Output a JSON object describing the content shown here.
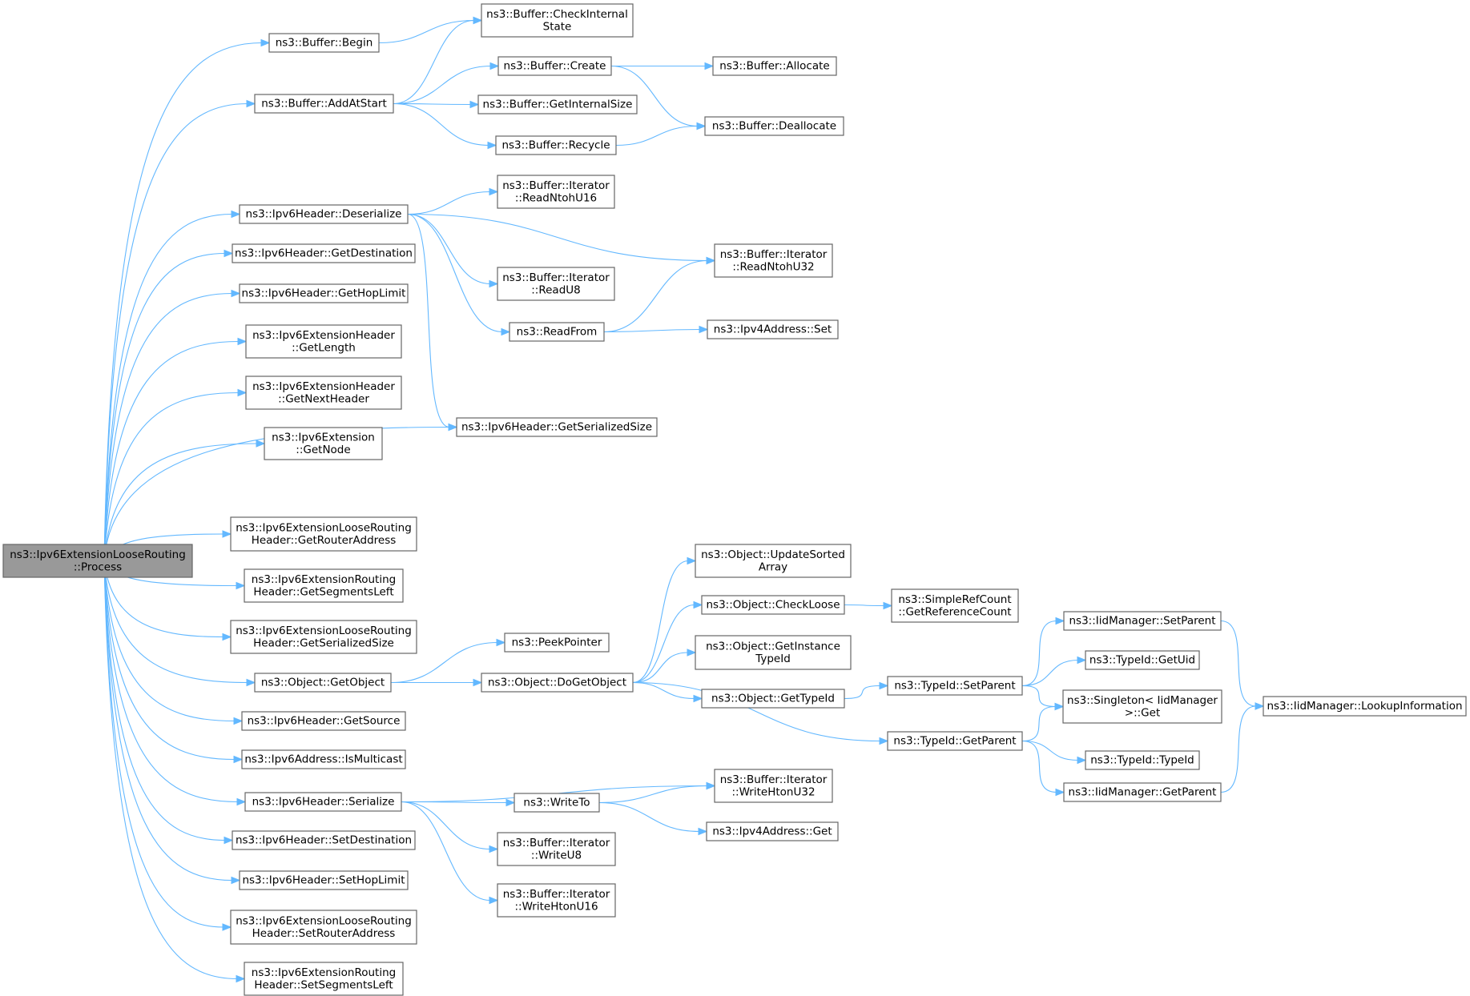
{
  "graph": {
    "nodes": [
      {
        "id": "process",
        "lines": [
          "ns3::Ipv6ExtensionLooseRouting",
          "::Process"
        ],
        "root": true
      },
      {
        "id": "buf_begin",
        "lines": [
          "ns3::Buffer::Begin"
        ]
      },
      {
        "id": "buf_check",
        "lines": [
          "ns3::Buffer::CheckInternal",
          "State"
        ]
      },
      {
        "id": "buf_addatstart",
        "lines": [
          "ns3::Buffer::AddAtStart"
        ]
      },
      {
        "id": "buf_create",
        "lines": [
          "ns3::Buffer::Create"
        ]
      },
      {
        "id": "buf_allocate",
        "lines": [
          "ns3::Buffer::Allocate"
        ]
      },
      {
        "id": "buf_getinternalsize",
        "lines": [
          "ns3::Buffer::GetInternalSize"
        ]
      },
      {
        "id": "buf_deallocate",
        "lines": [
          "ns3::Buffer::Deallocate"
        ]
      },
      {
        "id": "buf_recycle",
        "lines": [
          "ns3::Buffer::Recycle"
        ]
      },
      {
        "id": "ipv6h_deserialize",
        "lines": [
          "ns3::Ipv6Header::Deserialize"
        ]
      },
      {
        "id": "it_readntohu16",
        "lines": [
          "ns3::Buffer::Iterator",
          "::ReadNtohU16"
        ]
      },
      {
        "id": "it_readntohu32",
        "lines": [
          "ns3::Buffer::Iterator",
          "::ReadNtohU32"
        ]
      },
      {
        "id": "it_readu8",
        "lines": [
          "ns3::Buffer::Iterator",
          "::ReadU8"
        ]
      },
      {
        "id": "readfrom",
        "lines": [
          "ns3::ReadFrom"
        ]
      },
      {
        "id": "ipv4_set",
        "lines": [
          "ns3::Ipv4Address::Set"
        ]
      },
      {
        "id": "ipv6h_getserializedsize",
        "lines": [
          "ns3::Ipv6Header::GetSerializedSize"
        ]
      },
      {
        "id": "ipv6h_getdestination",
        "lines": [
          "ns3::Ipv6Header::GetDestination"
        ]
      },
      {
        "id": "ipv6h_gethoplimit",
        "lines": [
          "ns3::Ipv6Header::GetHopLimit"
        ]
      },
      {
        "id": "exth_getlength",
        "lines": [
          "ns3::Ipv6ExtensionHeader",
          "::GetLength"
        ]
      },
      {
        "id": "exth_getnextheader",
        "lines": [
          "ns3::Ipv6ExtensionHeader",
          "::GetNextHeader"
        ]
      },
      {
        "id": "ext_getnode",
        "lines": [
          "ns3::Ipv6Extension",
          "::GetNode"
        ]
      },
      {
        "id": "lrh_getrouteraddress",
        "lines": [
          "ns3::Ipv6ExtensionLooseRouting",
          "Header::GetRouterAddress"
        ]
      },
      {
        "id": "rh_getsegmentsleft",
        "lines": [
          "ns3::Ipv6ExtensionRouting",
          "Header::GetSegmentsLeft"
        ]
      },
      {
        "id": "lrh_getserializedsize",
        "lines": [
          "ns3::Ipv6ExtensionLooseRouting",
          "Header::GetSerializedSize"
        ]
      },
      {
        "id": "obj_getobject",
        "lines": [
          "ns3::Object::GetObject"
        ]
      },
      {
        "id": "peekpointer",
        "lines": [
          "ns3::PeekPointer"
        ]
      },
      {
        "id": "obj_dogetobject",
        "lines": [
          "ns3::Object::DoGetObject"
        ]
      },
      {
        "id": "obj_updatesortedarray",
        "lines": [
          "ns3::Object::UpdateSorted",
          "Array"
        ]
      },
      {
        "id": "obj_checkloose",
        "lines": [
          "ns3::Object::CheckLoose"
        ]
      },
      {
        "id": "src_getreferencecount",
        "lines": [
          "ns3::SimpleRefCount",
          "::GetReferenceCount"
        ]
      },
      {
        "id": "obj_getinstancetypeid",
        "lines": [
          "ns3::Object::GetInstance",
          "TypeId"
        ]
      },
      {
        "id": "obj_gettypeid",
        "lines": [
          "ns3::Object::GetTypeId"
        ]
      },
      {
        "id": "typeid_setparent",
        "lines": [
          "ns3::TypeId::SetParent"
        ]
      },
      {
        "id": "iid_setparent",
        "lines": [
          "ns3::IidManager::SetParent"
        ]
      },
      {
        "id": "typeid_getuid",
        "lines": [
          "ns3::TypeId::GetUid"
        ]
      },
      {
        "id": "singleton_get",
        "lines": [
          "ns3::Singleton< IidManager",
          ">::Get"
        ]
      },
      {
        "id": "iid_lookupinformation",
        "lines": [
          "ns3::IidManager::LookupInformation"
        ]
      },
      {
        "id": "typeid_getparent",
        "lines": [
          "ns3::TypeId::GetParent"
        ]
      },
      {
        "id": "typeid_typeid",
        "lines": [
          "ns3::TypeId::TypeId"
        ]
      },
      {
        "id": "iid_getparent",
        "lines": [
          "ns3::IidManager::GetParent"
        ]
      },
      {
        "id": "ipv6h_getsource",
        "lines": [
          "ns3::Ipv6Header::GetSource"
        ]
      },
      {
        "id": "ipv6a_ismulticast",
        "lines": [
          "ns3::Ipv6Address::IsMulticast"
        ]
      },
      {
        "id": "ipv6h_serialize",
        "lines": [
          "ns3::Ipv6Header::Serialize"
        ]
      },
      {
        "id": "writeto",
        "lines": [
          "ns3::WriteTo"
        ]
      },
      {
        "id": "it_writehtonu32",
        "lines": [
          "ns3::Buffer::Iterator",
          "::WriteHtonU32"
        ]
      },
      {
        "id": "ipv4_get",
        "lines": [
          "ns3::Ipv4Address::Get"
        ]
      },
      {
        "id": "it_writeu8",
        "lines": [
          "ns3::Buffer::Iterator",
          "::WriteU8"
        ]
      },
      {
        "id": "it_writehtonu16",
        "lines": [
          "ns3::Buffer::Iterator",
          "::WriteHtonU16"
        ]
      },
      {
        "id": "ipv6h_setdestination",
        "lines": [
          "ns3::Ipv6Header::SetDestination"
        ]
      },
      {
        "id": "ipv6h_sethoplimit",
        "lines": [
          "ns3::Ipv6Header::SetHopLimit"
        ]
      },
      {
        "id": "lrh_setrouteraddress",
        "lines": [
          "ns3::Ipv6ExtensionLooseRouting",
          "Header::SetRouterAddress"
        ]
      },
      {
        "id": "rh_setsegmentsleft",
        "lines": [
          "ns3::Ipv6ExtensionRouting",
          "Header::SetSegmentsLeft"
        ]
      }
    ],
    "edges": [
      [
        "process",
        "buf_begin"
      ],
      [
        "process",
        "buf_addatstart"
      ],
      [
        "process",
        "ipv6h_deserialize"
      ],
      [
        "process",
        "ipv6h_getdestination"
      ],
      [
        "process",
        "ipv6h_gethoplimit"
      ],
      [
        "process",
        "exth_getlength"
      ],
      [
        "process",
        "exth_getnextheader"
      ],
      [
        "process",
        "ext_getnode"
      ],
      [
        "process",
        "ipv6h_getserializedsize"
      ],
      [
        "process",
        "lrh_getrouteraddress"
      ],
      [
        "process",
        "rh_getsegmentsleft"
      ],
      [
        "process",
        "lrh_getserializedsize"
      ],
      [
        "process",
        "obj_getobject"
      ],
      [
        "process",
        "ipv6h_getsource"
      ],
      [
        "process",
        "ipv6a_ismulticast"
      ],
      [
        "process",
        "ipv6h_serialize"
      ],
      [
        "process",
        "ipv6h_setdestination"
      ],
      [
        "process",
        "ipv6h_sethoplimit"
      ],
      [
        "process",
        "lrh_setrouteraddress"
      ],
      [
        "process",
        "rh_setsegmentsleft"
      ],
      [
        "buf_begin",
        "buf_check"
      ],
      [
        "buf_addatstart",
        "buf_check"
      ],
      [
        "buf_addatstart",
        "buf_create"
      ],
      [
        "buf_addatstart",
        "buf_getinternalsize"
      ],
      [
        "buf_addatstart",
        "buf_recycle"
      ],
      [
        "buf_create",
        "buf_allocate"
      ],
      [
        "buf_create",
        "buf_deallocate"
      ],
      [
        "buf_recycle",
        "buf_deallocate"
      ],
      [
        "ipv6h_deserialize",
        "it_readntohu16"
      ],
      [
        "ipv6h_deserialize",
        "it_readntohu32"
      ],
      [
        "ipv6h_deserialize",
        "it_readu8"
      ],
      [
        "ipv6h_deserialize",
        "readfrom"
      ],
      [
        "ipv6h_deserialize",
        "ipv6h_getserializedsize"
      ],
      [
        "readfrom",
        "it_readntohu32"
      ],
      [
        "readfrom",
        "ipv4_set"
      ],
      [
        "obj_getobject",
        "peekpointer"
      ],
      [
        "obj_getobject",
        "obj_dogetobject"
      ],
      [
        "obj_dogetobject",
        "obj_updatesortedarray"
      ],
      [
        "obj_dogetobject",
        "obj_checkloose"
      ],
      [
        "obj_dogetobject",
        "obj_getinstancetypeid"
      ],
      [
        "obj_dogetobject",
        "obj_gettypeid"
      ],
      [
        "obj_dogetobject",
        "typeid_getparent"
      ],
      [
        "obj_checkloose",
        "src_getreferencecount"
      ],
      [
        "obj_gettypeid",
        "typeid_setparent"
      ],
      [
        "typeid_setparent",
        "iid_setparent"
      ],
      [
        "typeid_setparent",
        "typeid_getuid"
      ],
      [
        "typeid_setparent",
        "singleton_get"
      ],
      [
        "iid_setparent",
        "iid_lookupinformation"
      ],
      [
        "typeid_getparent",
        "singleton_get"
      ],
      [
        "typeid_getparent",
        "typeid_typeid"
      ],
      [
        "typeid_getparent",
        "iid_getparent"
      ],
      [
        "iid_getparent",
        "iid_lookupinformation"
      ],
      [
        "ipv6h_serialize",
        "it_writehtonu32"
      ],
      [
        "ipv6h_serialize",
        "writeto"
      ],
      [
        "ipv6h_serialize",
        "it_writeu8"
      ],
      [
        "ipv6h_serialize",
        "it_writehtonu16"
      ],
      [
        "writeto",
        "it_writehtonu32"
      ],
      [
        "writeto",
        "ipv4_get"
      ]
    ]
  }
}
